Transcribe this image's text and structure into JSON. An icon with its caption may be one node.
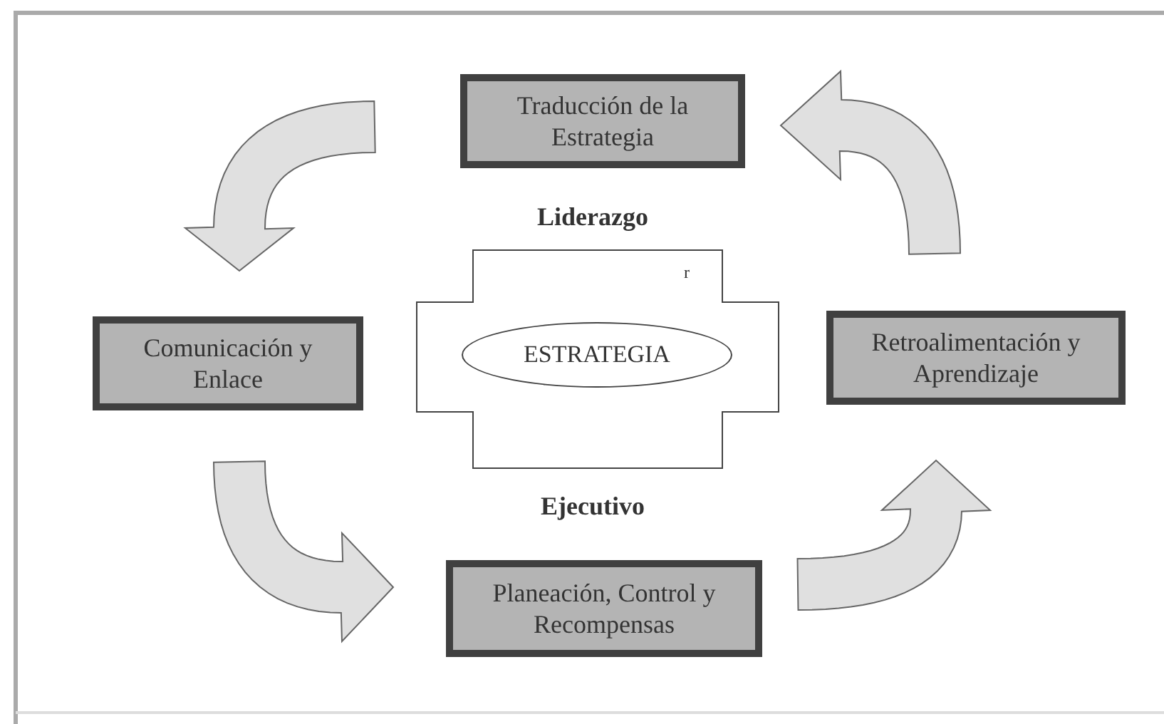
{
  "diagram": {
    "nodes": [
      {
        "text": [
          "Traducción de la Estrategia"
        ]
      },
      {
        "text": [
          "Comunicación y Enlace"
        ]
      },
      {
        "text": [],
        "shape": "cross"
      },
      {
        "text": [
          "ESTRATEGIA"
        ],
        "in": 2
      },
      {
        "text": [
          "Retroalimentación y Aprendizaje"
        ]
      },
      {
        "text": [
          "Planeación, Control y Recompensas"
        ]
      }
    ],
    "edges": [
      {
        "from": 0,
        "to": 1,
        "arrow": "to"
      },
      {
        "from": 1,
        "to": 5,
        "arrow": "to"
      },
      {
        "from": 5,
        "to": 4,
        "arrow": "to"
      },
      {
        "from": 4,
        "to": 0,
        "arrow": "to"
      }
    ],
    "labels": [
      "Liderazgo",
      "r",
      "Ejecutivo"
    ]
  }
}
